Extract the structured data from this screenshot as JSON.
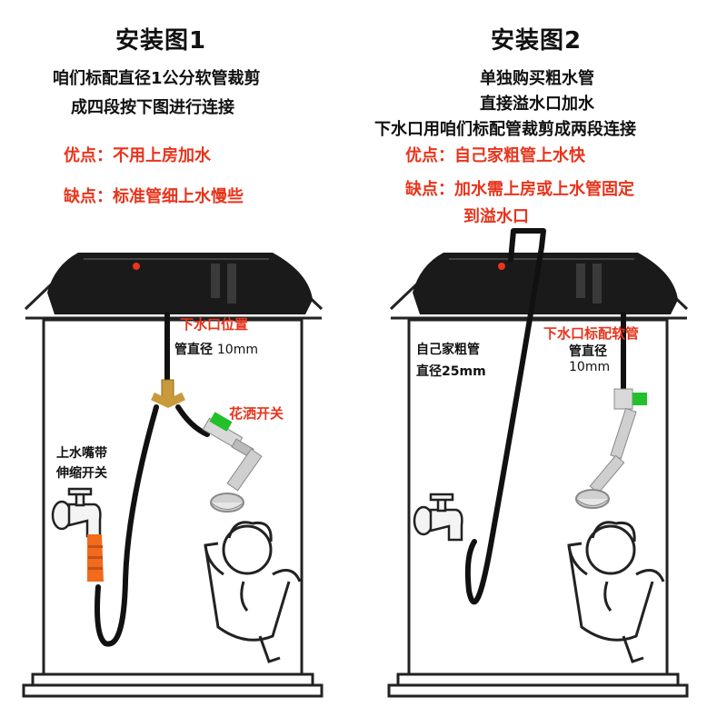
{
  "panel1": {
    "title": "安装图1",
    "lines": [
      "咱们标配直径1公分软管裁剪",
      "成四段按下图进行连接"
    ],
    "pros": "优点：不用上房加水",
    "cons": "缺点：标准管细上水慢些",
    "labels": {
      "drain": "下水口位置",
      "pipe1": "管直径",
      "pipe2": "10mm",
      "shower_switch": "花洒开关",
      "faucet1": "上水嘴带",
      "faucet2": "伸缩开关"
    }
  },
  "panel2": {
    "title": "安装图2",
    "lines": [
      "单独购买粗水管",
      "直接溢水口加水",
      "下水口用咱们标配管裁剪成两段连接"
    ],
    "pros": "优点：自己家粗管上水快",
    "cons1": "缺点：加水需上房或上水管固定",
    "cons2": "到溢水口",
    "labels": {
      "thick1": "自己家粗管",
      "thick2": "直径25mm",
      "drain": "下水口标配软管",
      "pipe1": "管直径",
      "pipe2": "10mm"
    }
  },
  "colors": {
    "accent_red": "#e8341c",
    "hose_orange": "#f26a1b",
    "valve_green": "#22c02a",
    "tank_black": "#1a1a1a"
  }
}
